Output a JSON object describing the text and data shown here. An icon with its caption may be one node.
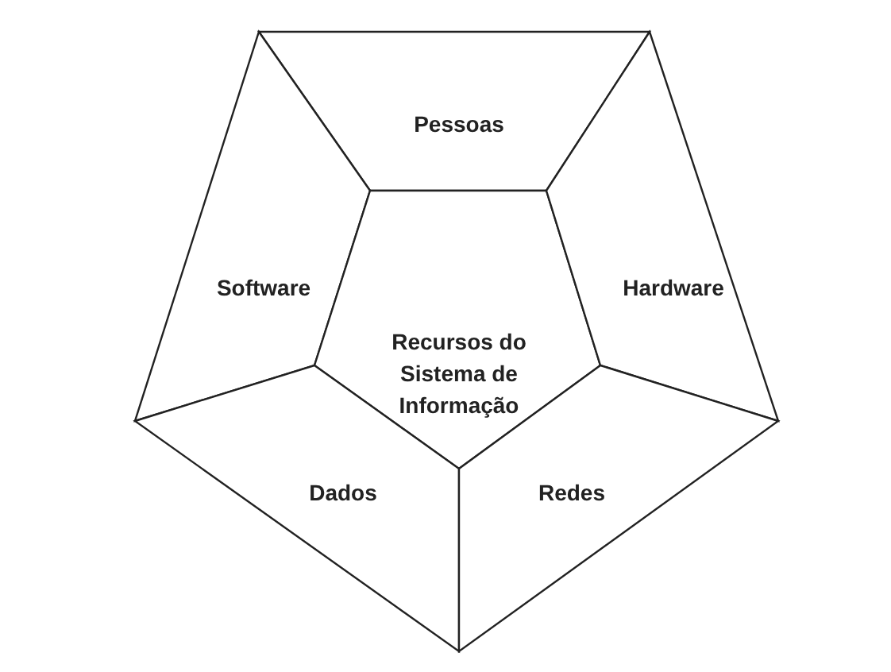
{
  "diagram": {
    "nodes": [
      {
        "text": [
          "Pessoas"
        ]
      },
      {
        "text": [
          "Software"
        ]
      },
      {
        "text": [
          "Recursos do Sistema de Informação"
        ]
      },
      {
        "text": [
          "Hardware"
        ]
      },
      {
        "text": [
          "Dados"
        ]
      },
      {
        "text": [
          "Redes"
        ]
      }
    ]
  }
}
